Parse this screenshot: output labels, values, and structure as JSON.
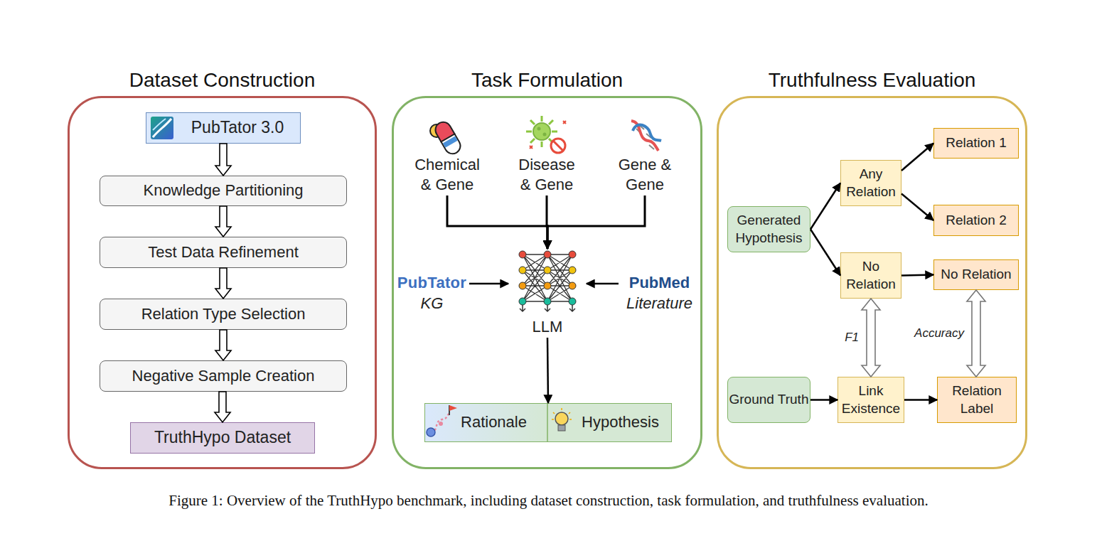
{
  "diagram": {
    "caption": "Figure 1: Overview of the TruthHypo benchmark, including dataset construction, task formulation, and truthfulness evaluation.",
    "nodes": [
      {
        "text": [
          "Dataset Construction"
        ]
      },
      {
        "text": [
          "PubTator 3.0"
        ],
        "in": 0
      },
      {
        "text": [
          "Knowledge Partitioning"
        ],
        "in": 0
      },
      {
        "text": [
          "Test Data Refinement"
        ],
        "in": 0
      },
      {
        "text": [
          "Relation Type Selection"
        ],
        "in": 0
      },
      {
        "text": [
          "Negative Sample Creation"
        ],
        "in": 0
      },
      {
        "text": [
          "TruthHypo Dataset"
        ],
        "in": 0
      },
      {
        "text": [
          "Task Formulation"
        ]
      },
      {
        "text": [
          "Chemical & Gene"
        ],
        "in": 7
      },
      {
        "text": [
          "Disease & Gene"
        ],
        "in": 7
      },
      {
        "text": [
          "Gene & Gene"
        ],
        "in": 7
      },
      {
        "text": [
          "PubTator",
          "KG"
        ],
        "in": 7
      },
      {
        "text": [
          "LLM"
        ],
        "in": 7
      },
      {
        "text": [
          "PubMed",
          "Literature"
        ],
        "in": 7
      },
      {
        "text": [
          "Rationale",
          "Hypothesis"
        ],
        "in": 7
      },
      {
        "text": [
          "Truthfulness Evaluation"
        ]
      },
      {
        "text": [
          "Generated Hypothesis"
        ],
        "in": 15
      },
      {
        "text": [
          "Any Relation"
        ],
        "in": 15
      },
      {
        "text": [
          "Relation 1"
        ],
        "in": 15
      },
      {
        "text": [
          "Relation 2"
        ],
        "in": 15
      },
      {
        "text": [
          "No Relation"
        ],
        "in": 15
      },
      {
        "text": [
          "No Relation"
        ],
        "in": 15
      },
      {
        "text": [
          "Ground Truth"
        ],
        "in": 15
      },
      {
        "text": [
          "Link Existence"
        ],
        "in": 15
      },
      {
        "text": [
          "Relation Label"
        ],
        "in": 15
      }
    ],
    "edges": [
      {
        "from": 1,
        "to": 2,
        "arrow": "to"
      },
      {
        "from": 2,
        "to": 3,
        "arrow": "to"
      },
      {
        "from": 3,
        "to": 4,
        "arrow": "to"
      },
      {
        "from": 4,
        "to": 5,
        "arrow": "to"
      },
      {
        "from": 5,
        "to": 6,
        "arrow": "to"
      },
      {
        "from": 8,
        "to": 12,
        "arrow": "to"
      },
      {
        "from": 9,
        "to": 12,
        "arrow": "to"
      },
      {
        "from": 10,
        "to": 12,
        "arrow": "to"
      },
      {
        "from": 11,
        "to": 12,
        "arrow": "to"
      },
      {
        "from": 13,
        "to": 12,
        "arrow": "to"
      },
      {
        "from": 12,
        "to": 14,
        "arrow": "to"
      },
      {
        "from": 16,
        "to": 17,
        "arrow": "to"
      },
      {
        "from": 16,
        "to": 20,
        "arrow": "to"
      },
      {
        "from": 17,
        "to": 18,
        "arrow": "to"
      },
      {
        "from": 17,
        "to": 19,
        "arrow": "to"
      },
      {
        "from": 20,
        "to": 21,
        "arrow": "to"
      },
      {
        "from": 22,
        "to": 23,
        "arrow": "to"
      },
      {
        "from": 23,
        "to": 24,
        "arrow": "to"
      },
      {
        "from": 20,
        "to": 23,
        "label": "F1",
        "arrow": "both"
      },
      {
        "from": 21,
        "to": 24,
        "label": "Accuracy",
        "arrow": "both"
      }
    ]
  }
}
